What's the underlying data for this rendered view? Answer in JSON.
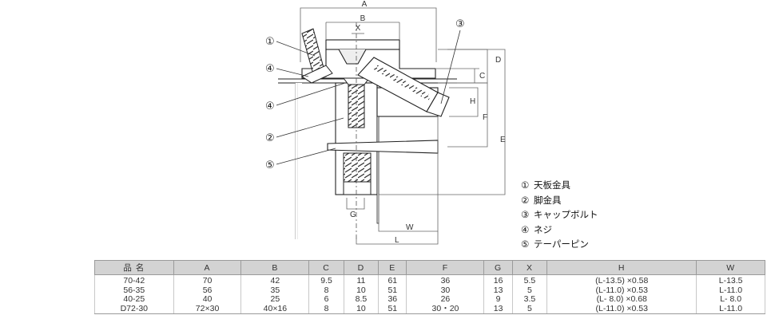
{
  "drawing": {
    "dimension_labels": {
      "A": "A",
      "B": "B",
      "X": "X",
      "C": "C",
      "D": "D",
      "H": "H",
      "F": "F",
      "E": "E",
      "G": "G",
      "W": "W",
      "L": "L"
    },
    "callouts": {
      "c1": "①",
      "c2": "②",
      "c3": "③",
      "c4a": "④",
      "c4b": "④",
      "c5": "⑤"
    }
  },
  "legend": [
    {
      "num": "①",
      "label": "天板金具"
    },
    {
      "num": "②",
      "label": "脚金具"
    },
    {
      "num": "③",
      "label": "キャップボルト"
    },
    {
      "num": "④",
      "label": "ネジ"
    },
    {
      "num": "⑤",
      "label": "テーパーピン"
    }
  ],
  "table": {
    "headers": [
      "品 名",
      "A",
      "B",
      "C",
      "D",
      "E",
      "F",
      "G",
      "X",
      "H",
      "W"
    ],
    "rows": [
      [
        "70-42",
        "70",
        "42",
        "9.5",
        "11",
        "61",
        "36",
        "16",
        "5.5",
        "(L-13.5) ×0.58",
        "L-13.5"
      ],
      [
        "56-35",
        "56",
        "35",
        "8",
        "10",
        "51",
        "30",
        "13",
        "5",
        "(L-11.0) ×0.53",
        "L-11.0"
      ],
      [
        "40-25",
        "40",
        "25",
        "6",
        "8.5",
        "36",
        "26",
        "9",
        "3.5",
        "(L- 8.0) ×0.68",
        "L- 8.0"
      ],
      [
        "D72-30",
        "72×30",
        "40×16",
        "8",
        "10",
        "51",
        "30・20",
        "13",
        "5",
        "(L-11.0) ×0.53",
        "L-11.0"
      ]
    ]
  }
}
